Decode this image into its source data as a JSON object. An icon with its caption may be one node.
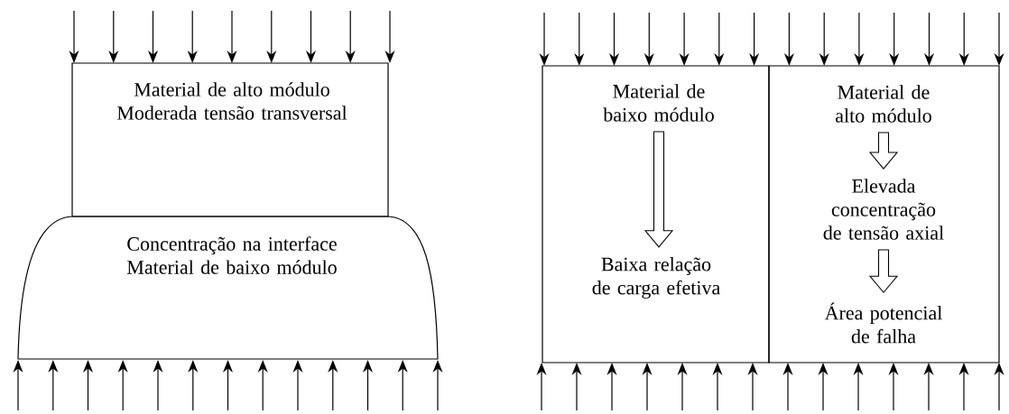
{
  "diagram": {
    "nodes": [
      {
        "text": [
          "Material de alto módulo",
          "Moderada tensão transversal"
        ]
      },
      {
        "text": [
          "Concentração na interface",
          "Material de baixo módulo"
        ]
      },
      {
        "text": [],
        "shape": "box"
      },
      {
        "text": [
          "Material de baixo módulo"
        ],
        "in": 2
      },
      {
        "text": [
          "Baixa relação de carga efetiva"
        ],
        "in": 2
      },
      {
        "text": [],
        "shape": "box"
      },
      {
        "text": [
          "Material de alto módulo"
        ],
        "in": 5
      },
      {
        "text": [
          "Elevada concentração de tensão axial"
        ],
        "in": 5
      },
      {
        "text": [
          "Área potencial de falha"
        ],
        "in": 5
      }
    ],
    "edges": [
      {
        "from": 3,
        "to": 4,
        "arrow": "to"
      },
      {
        "from": 6,
        "to": 7,
        "arrow": "to"
      },
      {
        "from": 7,
        "to": 8,
        "arrow": "to"
      }
    ]
  }
}
